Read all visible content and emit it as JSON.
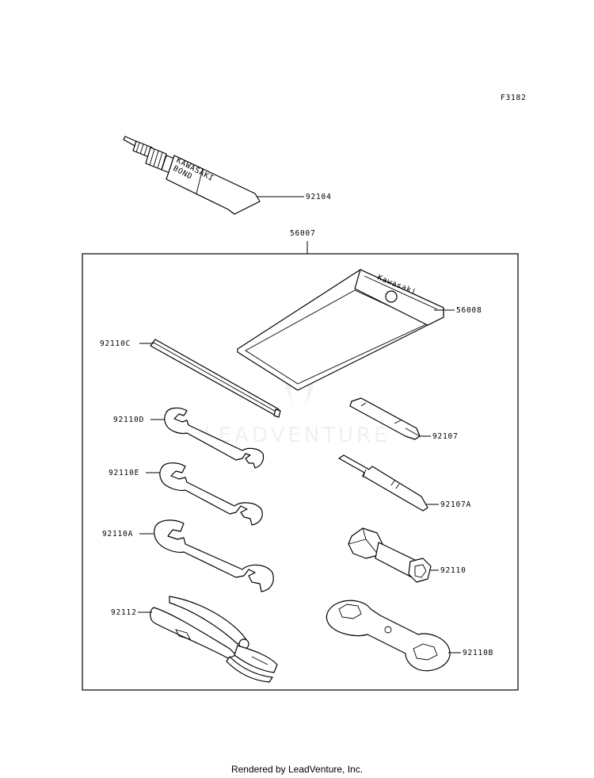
{
  "figure_code": "F3182",
  "watermark": "LEADVENTURE",
  "bond_text_1": "KAWASAKI",
  "bond_text_2": "BOND",
  "pouch_brand": "Kawasaki",
  "parts": [
    {
      "id": "92104"
    },
    {
      "id": "56007"
    },
    {
      "id": "56008"
    },
    {
      "id": "92110C"
    },
    {
      "id": "92110D"
    },
    {
      "id": "92107"
    },
    {
      "id": "92110E"
    },
    {
      "id": "92107A"
    },
    {
      "id": "92110A"
    },
    {
      "id": "92110"
    },
    {
      "id": "92112"
    },
    {
      "id": "92110B"
    }
  ],
  "footer": "Rendered by LeadVenture, Inc."
}
